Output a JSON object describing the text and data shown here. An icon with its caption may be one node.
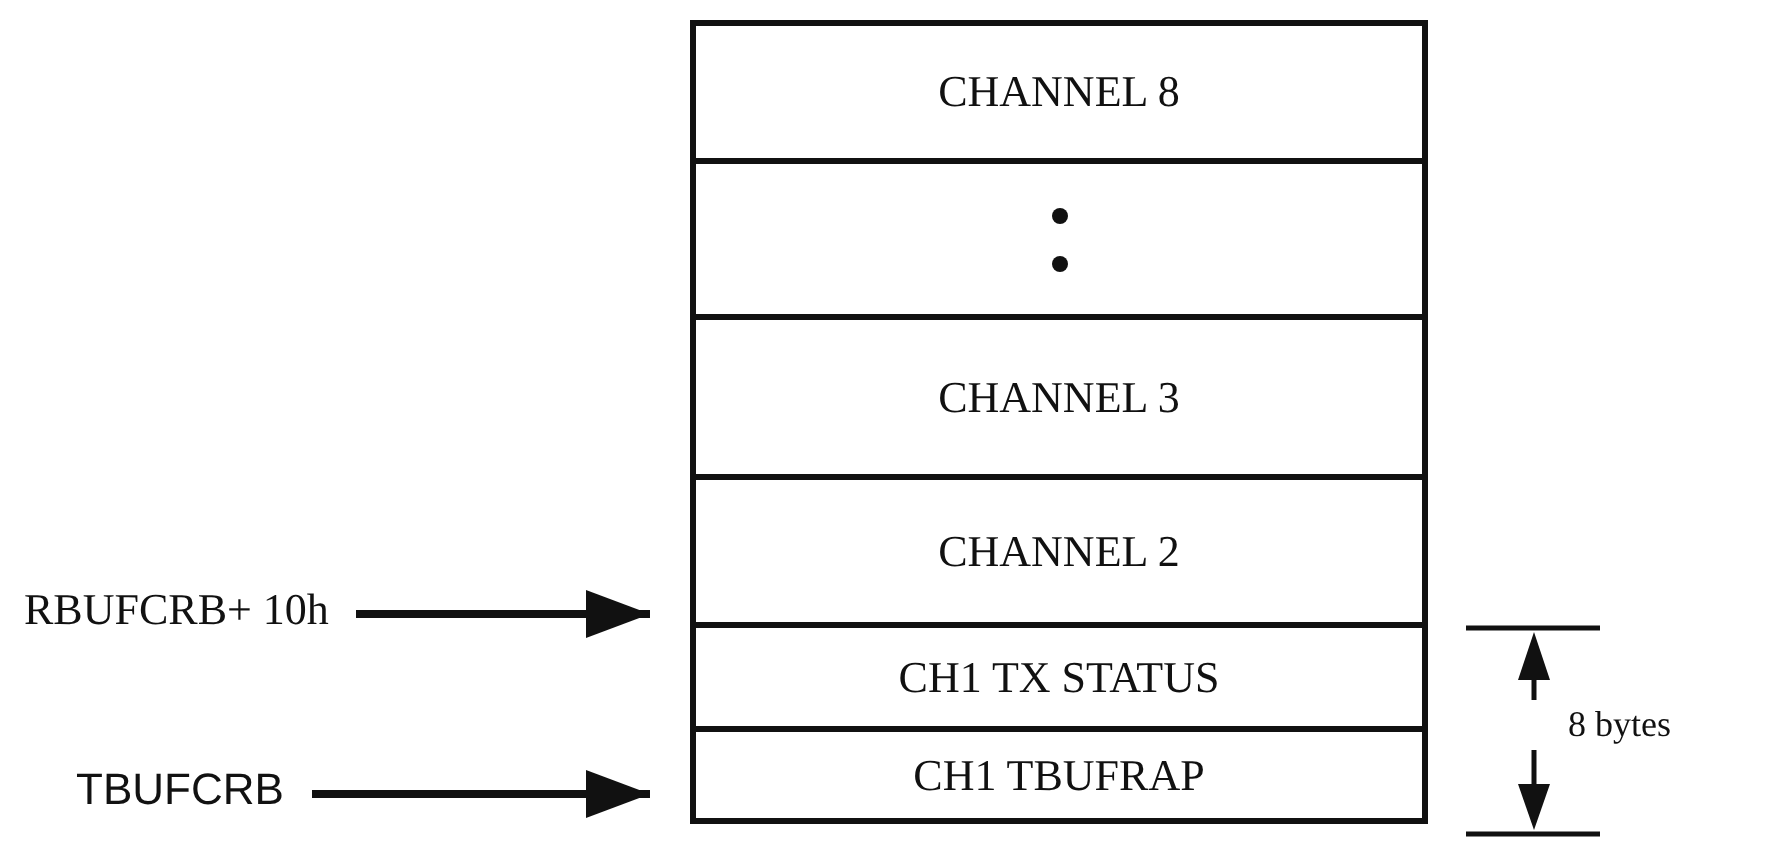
{
  "diagram": {
    "nodes": [
      {
        "text": [
          "CHANNEL 8"
        ]
      },
      {
        "text": [],
        "shape": "box"
      },
      {
        "text": [
          "CHANNEL 3"
        ]
      },
      {
        "text": [
          "CHANNEL 2"
        ]
      },
      {
        "text": [
          "CH1 TX STATUS"
        ]
      },
      {
        "text": [
          "CH1 TBUFRAP"
        ]
      },
      {
        "text": [
          "RBUFCRB+ 10h"
        ]
      },
      {
        "text": [
          "TBUFCRB"
        ]
      }
    ],
    "edges": [
      {
        "from": 6,
        "to": 3,
        "arrow": "to"
      },
      {
        "from": 7,
        "to": 5,
        "arrow": "to"
      }
    ],
    "labels": [
      "8 bytes"
    ]
  }
}
